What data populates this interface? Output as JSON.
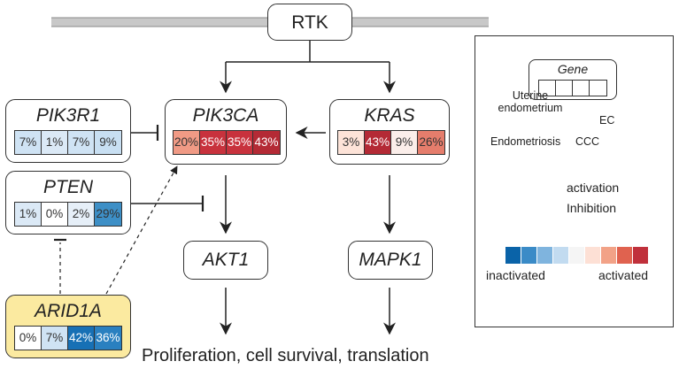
{
  "nodes": {
    "rtk": {
      "label": "RTK"
    },
    "pik3r1": {
      "name": "PIK3R1",
      "values": [
        "7%",
        "1%",
        "7%",
        "9%"
      ]
    },
    "pik3ca": {
      "name": "PIK3CA",
      "values": [
        "20%",
        "35%",
        "35%",
        "43%"
      ]
    },
    "kras": {
      "name": "KRAS",
      "values": [
        "3%",
        "43%",
        "9%",
        "26%"
      ]
    },
    "pten": {
      "name": "PTEN",
      "values": [
        "1%",
        "0%",
        "2%",
        "29%"
      ]
    },
    "akt1": {
      "name": "AKT1"
    },
    "mapk1": {
      "name": "MAPK1"
    },
    "arid1a": {
      "name": "ARID1A",
      "values": [
        "0%",
        "7%",
        "42%",
        "36%"
      ]
    }
  },
  "colors": {
    "pik3r1": [
      "#cfe3f4",
      "#dbe9f6",
      "#cfe3f4",
      "#c8dff2"
    ],
    "pik3ca": [
      "#f09a85",
      "#c8323d",
      "#c8323d",
      "#b42a35"
    ],
    "kras": [
      "#fde3d8",
      "#b42a35",
      "#fbeeea",
      "#e57d6c"
    ],
    "pten": [
      "#dbe9f6",
      "#ffffff",
      "#e6eff8",
      "#3d8fc6"
    ],
    "arid1a": [
      "#ffffff",
      "#cfe3f4",
      "#1770b5",
      "#2a80c0"
    ],
    "membrane": "#c8c8c8",
    "arid1a_fill": "#fbeaa0"
  },
  "footer": "Proliferation, cell survival, translation",
  "legend": {
    "gene_title": "Gene",
    "columns": [
      "Uterine endometrium",
      "Endometriosis",
      "CCC",
      "EC"
    ],
    "col0_line1": "Uterine",
    "col0_line2": "endometrium",
    "activation": "activation",
    "inhibition": "Inhibition",
    "inactivated": "inactivated",
    "activated": "activated",
    "gradient": [
      "#0a63a8",
      "#3a8bc7",
      "#7fb4de",
      "#c2dbf0",
      "#f5f5f5",
      "#fde0d5",
      "#f2a287",
      "#e0624f",
      "#c0303b"
    ]
  }
}
